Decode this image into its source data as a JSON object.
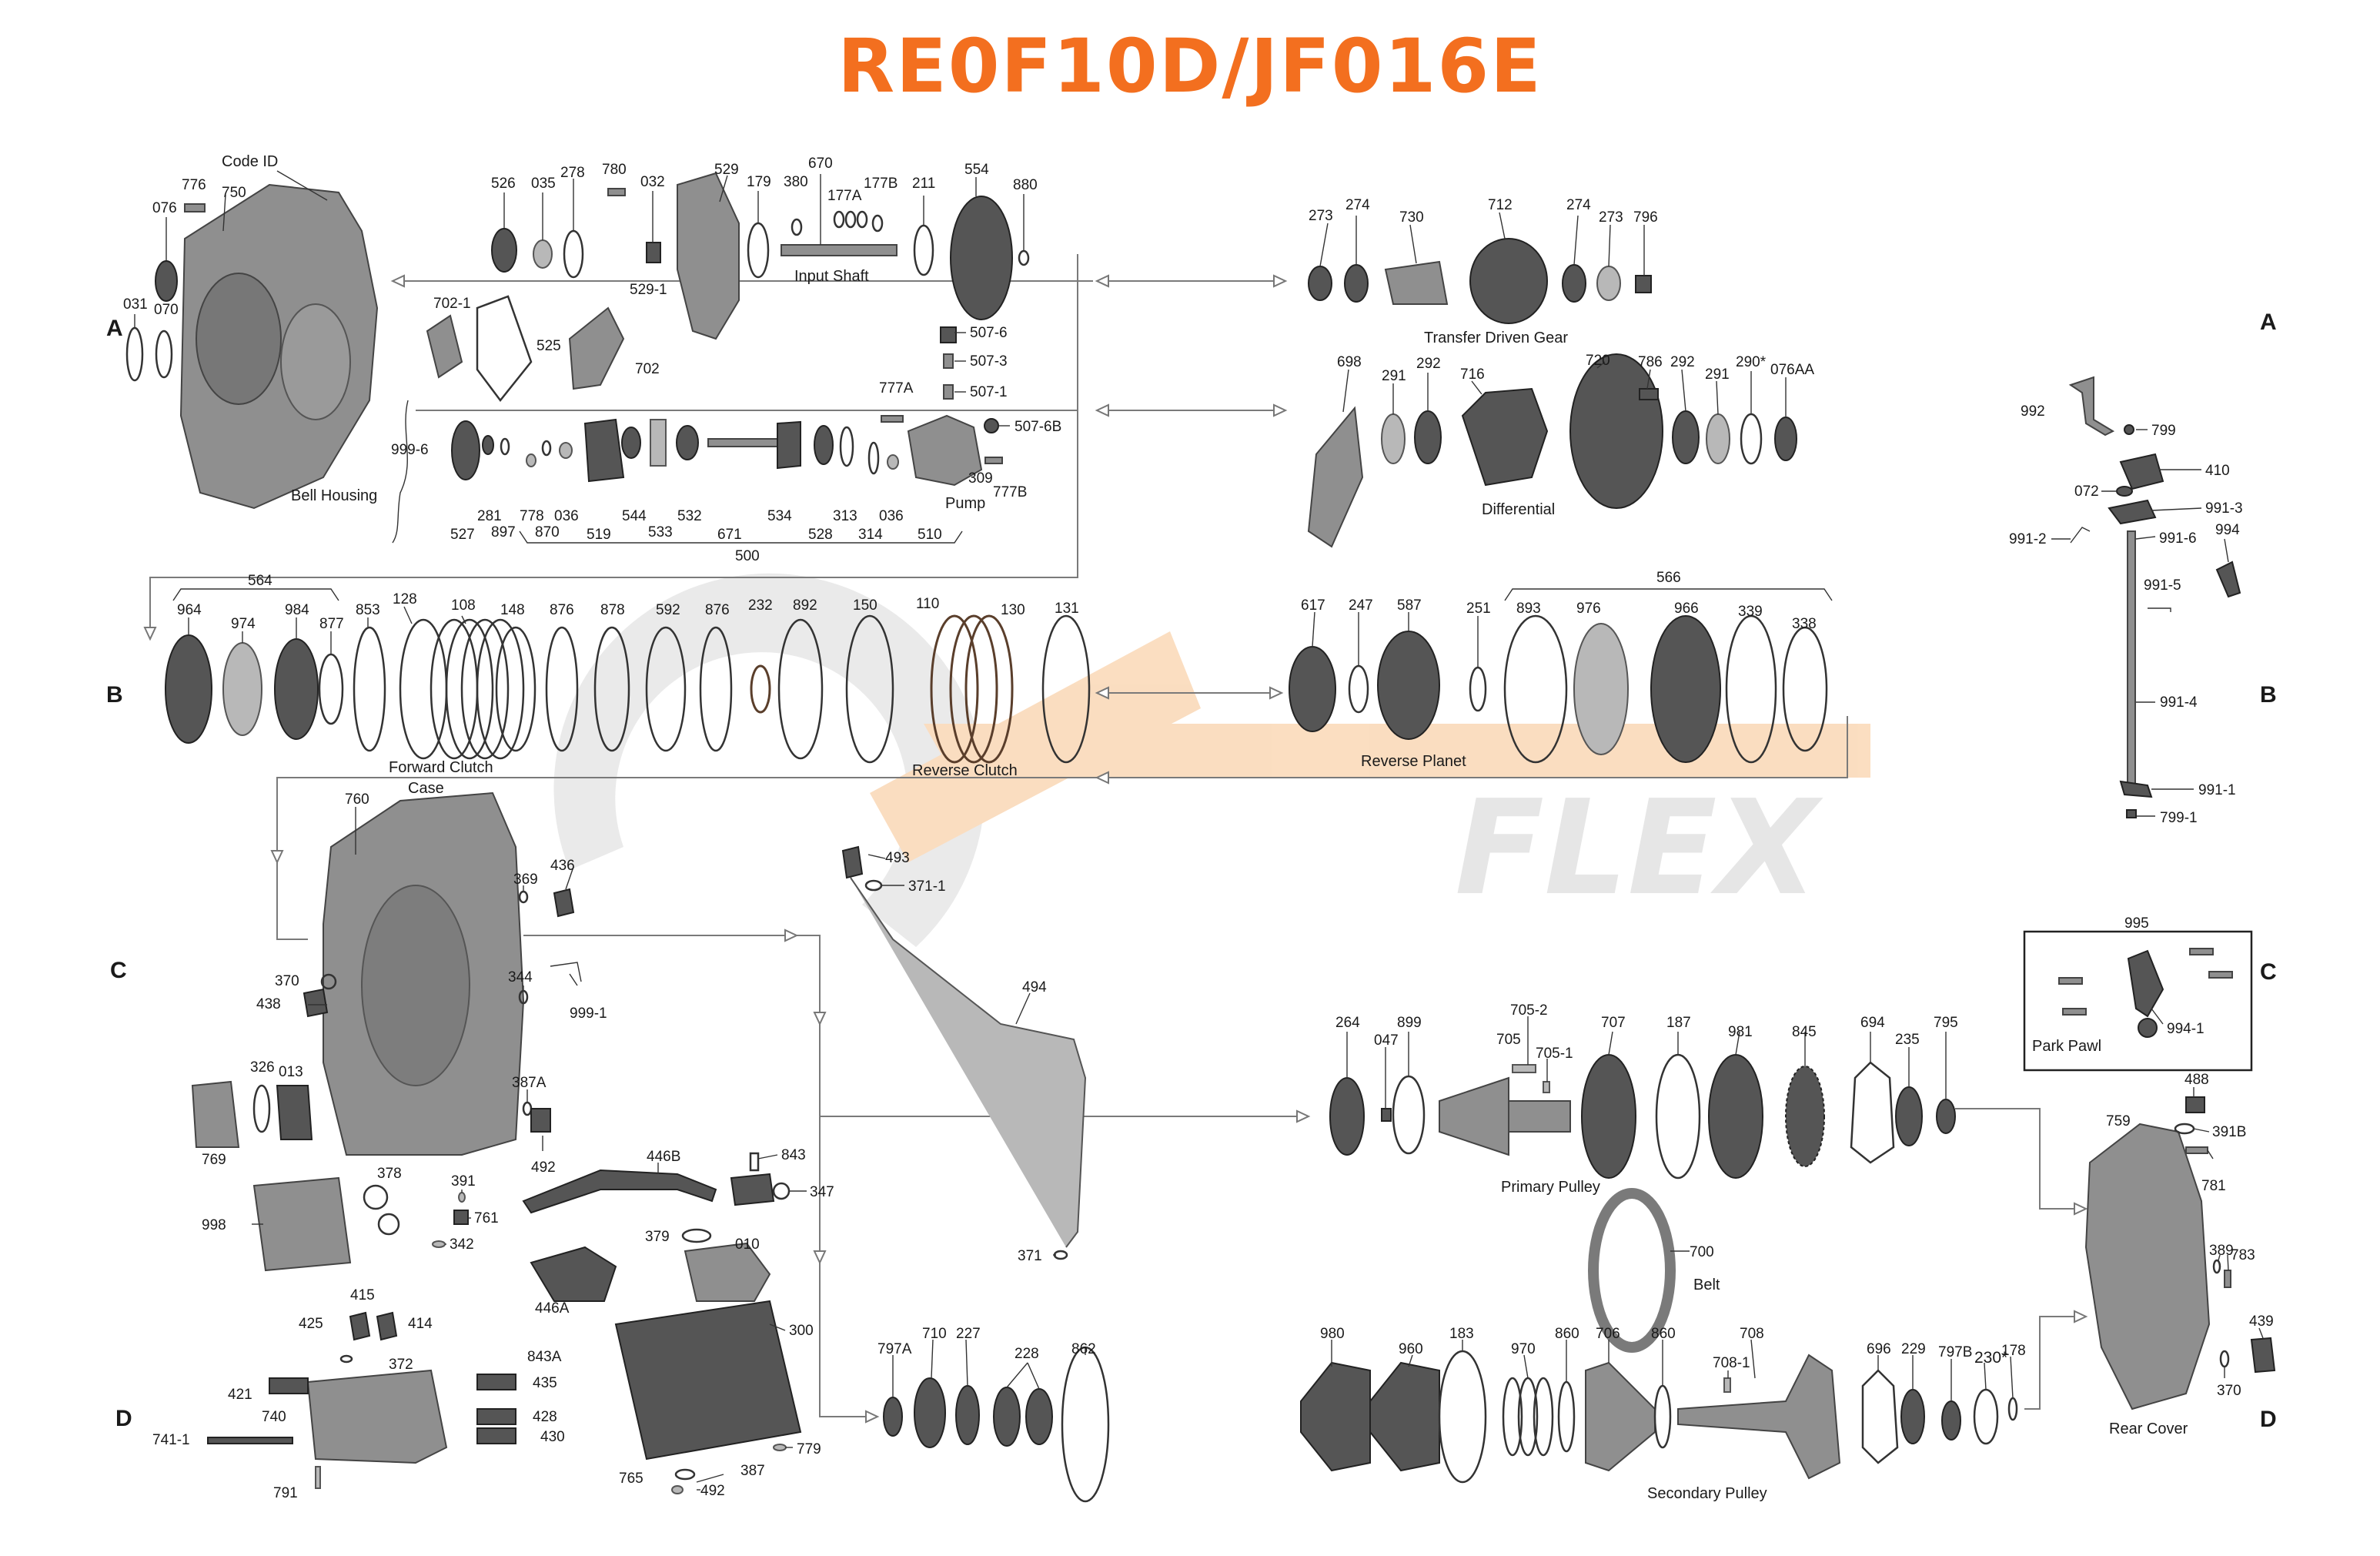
{
  "title": "RE0F10D/JF016E",
  "colors": {
    "title": "#f36f1f",
    "watermark_orange": "#f7c28e",
    "watermark_grey": "#cfcfcf"
  },
  "watermark": "FLEX",
  "row_letters": [
    "A",
    "B",
    "C",
    "D"
  ],
  "captions": {
    "code_id": "Code ID",
    "bell_housing": "Bell Housing",
    "input_shaft": "Input Shaft",
    "pump": "Pump",
    "transfer_driven_gear": "Transfer Driven Gear",
    "differential": "Differential",
    "forward_clutch": "Forward Clutch",
    "reverse_clutch": "Reverse Clutch",
    "reverse_planet": "Reverse Planet",
    "case": "Case",
    "park_pawl": "Park Pawl",
    "primary_pulley": "Primary Pulley",
    "belt": "Belt",
    "secondary_pulley": "Secondary Pulley",
    "rear_cover": "Rear  Cover"
  },
  "parts": {
    "p776": "776",
    "p750": "750",
    "p076": "076",
    "p031": "031",
    "p070": "070",
    "p526": "526",
    "p035": "035",
    "p278": "278",
    "p780": "780",
    "p032": "032",
    "p529": "529",
    "p179": "179",
    "p670": "670",
    "p380": "380",
    "p177A": "177A",
    "p177B": "177B",
    "p211": "211",
    "p554": "554",
    "p880": "880",
    "p529_1": "529-1",
    "p702_1": "702-1",
    "p525": "525",
    "p702": "702",
    "p507_6": "507-6",
    "p507_3": "507-3",
    "p507_1": "507-1",
    "p777A": "777A",
    "p507_6B": "507-6B",
    "p309": "309",
    "p777B": "777B",
    "p999_6": "999-6",
    "p527": "527",
    "p281": "281",
    "p897": "897",
    "p778": "778",
    "p870": "870",
    "p036a": "036",
    "p519": "519",
    "p544": "544",
    "p533": "533",
    "p532": "532",
    "p671": "671",
    "p534": "534",
    "p528": "528",
    "p313": "313",
    "p314": "314",
    "p036b": "036",
    "p510": "510",
    "p500": "500",
    "p273a": "273",
    "p274a": "274",
    "p730": "730",
    "p712": "712",
    "p274b": "274",
    "p273b": "273",
    "p796": "796",
    "p698": "698",
    "p291a": "291",
    "p292a": "292",
    "p716": "716",
    "p720": "720",
    "p786": "786",
    "p292b": "292",
    "p291b": "291",
    "p290": "290*",
    "p076AA": "076AA",
    "p992": "992",
    "p799": "799",
    "p410": "410",
    "p072": "072",
    "p991_3": "991-3",
    "p991_2": "991-2",
    "p991_6": "991-6",
    "p994": "994",
    "p991_5": "991-5",
    "p991_4": "991-4",
    "p991_1": "991-1",
    "p799_1": "799-1",
    "p564": "564",
    "p964": "964",
    "p974": "974",
    "p984": "984",
    "p877": "877",
    "p853": "853",
    "p128": "128",
    "p108": "108",
    "p148": "148",
    "p876a": "876",
    "p878a": "878",
    "p592": "592",
    "p876b": "876",
    "p232": "232",
    "p892": "892",
    "p150": "150",
    "p110": "110",
    "p130": "130",
    "p131": "131",
    "p617": "617",
    "p247": "247",
    "p587": "587",
    "p251": "251",
    "p566": "566",
    "p893": "893",
    "p976": "976",
    "p966": "966",
    "p339": "339",
    "p338": "338",
    "p760": "760",
    "p436": "436",
    "p369": "369",
    "p370a": "370",
    "p438": "438",
    "p344": "344",
    "p999_1": "999-1",
    "p326": "326",
    "p013": "013",
    "p769": "769",
    "p387A": "387A",
    "p492a": "492",
    "p378": "378",
    "p998": "998",
    "p391": "391",
    "p761": "761",
    "p342": "342",
    "p446B": "446B",
    "p843": "843",
    "p347": "347",
    "p446A": "446A",
    "p379": "379",
    "p010": "010",
    "p493": "493",
    "p371_1": "371-1",
    "p494": "494",
    "p371": "371",
    "p995": "995",
    "p994_1": "994-1",
    "p264": "264",
    "p047": "047",
    "p899": "899",
    "p705_2": "705-2",
    "p705": "705",
    "p705_1": "705-1",
    "p707": "707",
    "p187": "187",
    "p981": "981",
    "p845": "845",
    "p694": "694",
    "p235": "235",
    "p795": "795",
    "p700": "700",
    "p488": "488",
    "p759": "759",
    "p391B": "391B",
    "p781": "781",
    "p389": "389",
    "p783": "783",
    "p439": "439",
    "p370b": "370",
    "p415": "415",
    "p425": "425",
    "p414": "414",
    "p372": "372",
    "p843A": "843A",
    "p421": "421",
    "p435": "435",
    "p740": "740",
    "p428": "428",
    "p741_1": "741-1",
    "p430": "430",
    "p791": "791",
    "p300": "300",
    "p779": "779",
    "p765": "765",
    "p387": "387",
    "p492b": "492",
    "p797A": "797A",
    "p710": "710",
    "p227": "227",
    "p228": "228",
    "p862": "862",
    "p980": "980",
    "p960": "960",
    "p183": "183",
    "p970": "970",
    "p860a": "860",
    "p706": "706",
    "p860b": "860",
    "p708": "708",
    "p708_1": "708-1",
    "p696": "696",
    "p229": "229",
    "p797B": "797B",
    "p230": "230*",
    "p178": "178"
  }
}
